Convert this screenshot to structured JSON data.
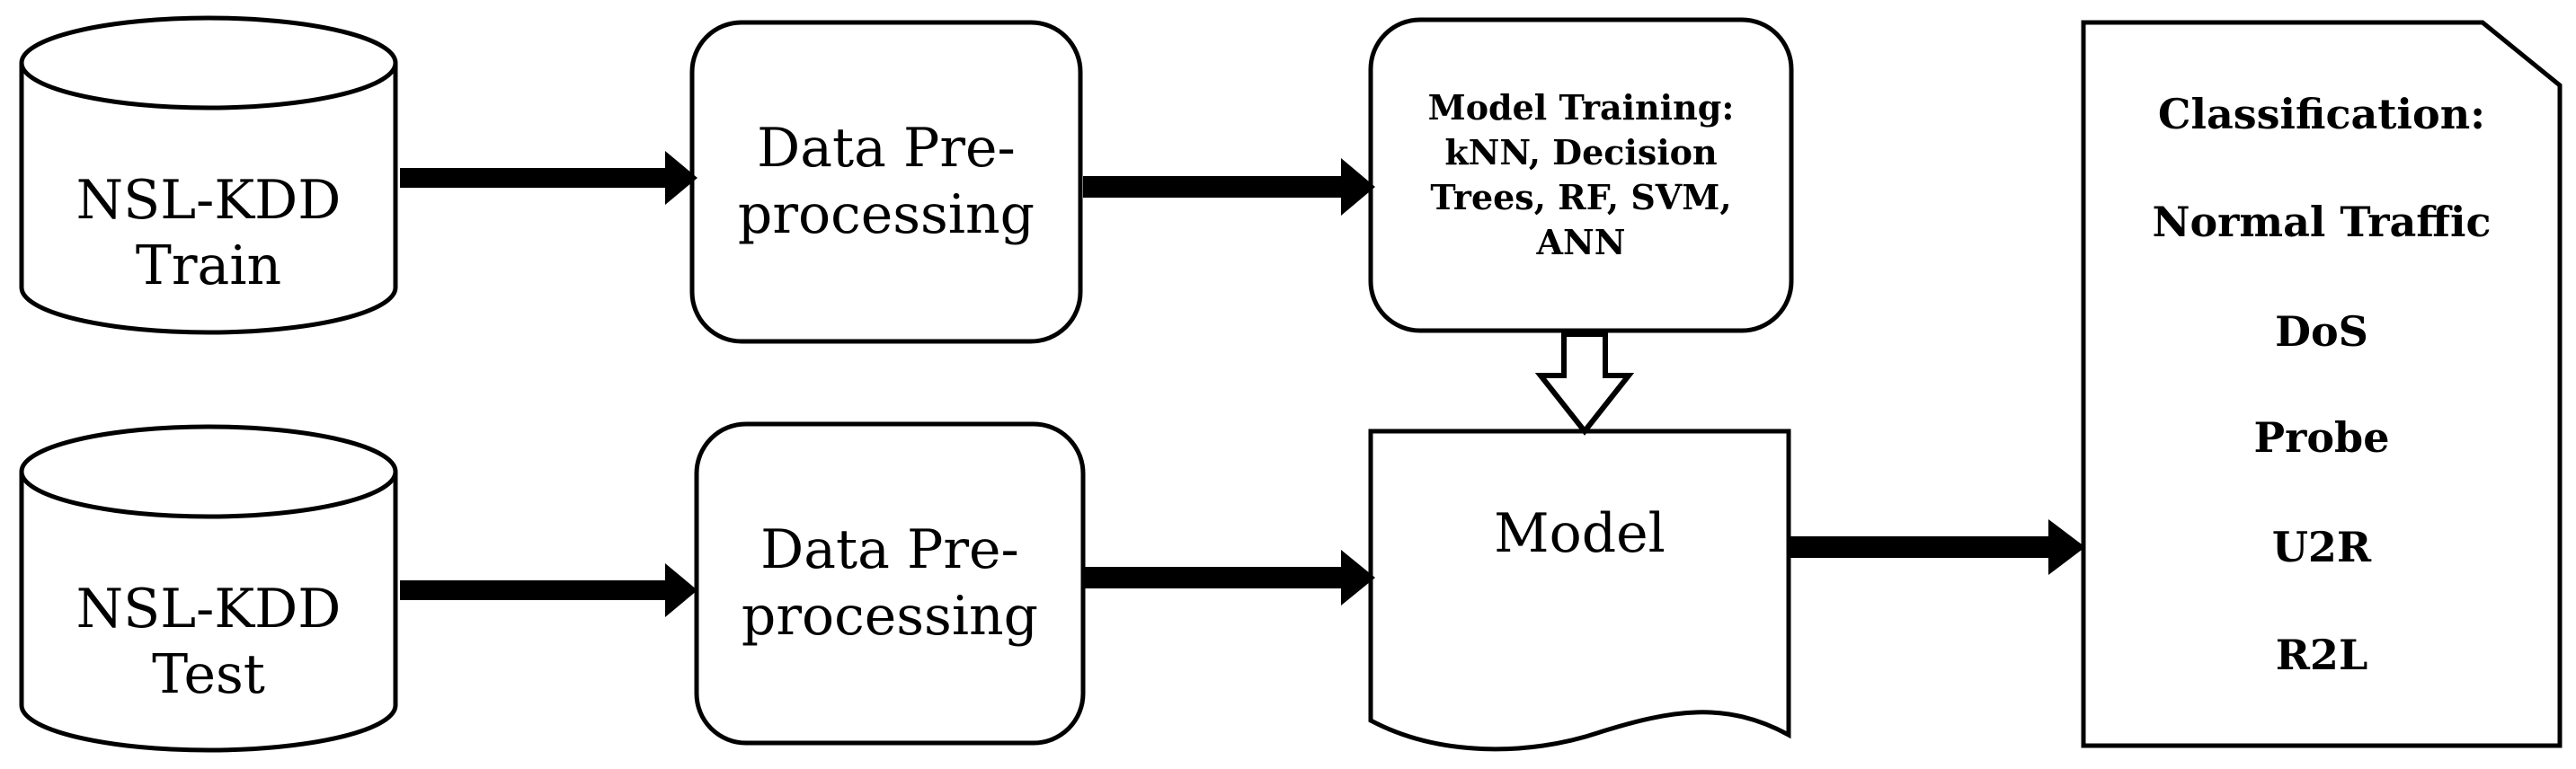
{
  "nodes": {
    "train_db": {
      "line1": "NSL-KDD",
      "line2": "Train"
    },
    "test_db": {
      "line1": "NSL-KDD",
      "line2": "Test"
    },
    "preproc_top": {
      "line1": "Data Pre-",
      "line2": "processing"
    },
    "preproc_bottom": {
      "line1": "Data Pre-",
      "line2": "processing"
    },
    "training": {
      "line1": "Model Training:",
      "line2": "kNN, Decision",
      "line3": "Trees, RF, SVM,",
      "line4": "ANN"
    },
    "model": {
      "label": "Model"
    },
    "classification": {
      "title": "Classification:",
      "items": [
        "Normal Traffic",
        "DoS",
        "Probe",
        "U2R",
        "R2L"
      ]
    }
  }
}
